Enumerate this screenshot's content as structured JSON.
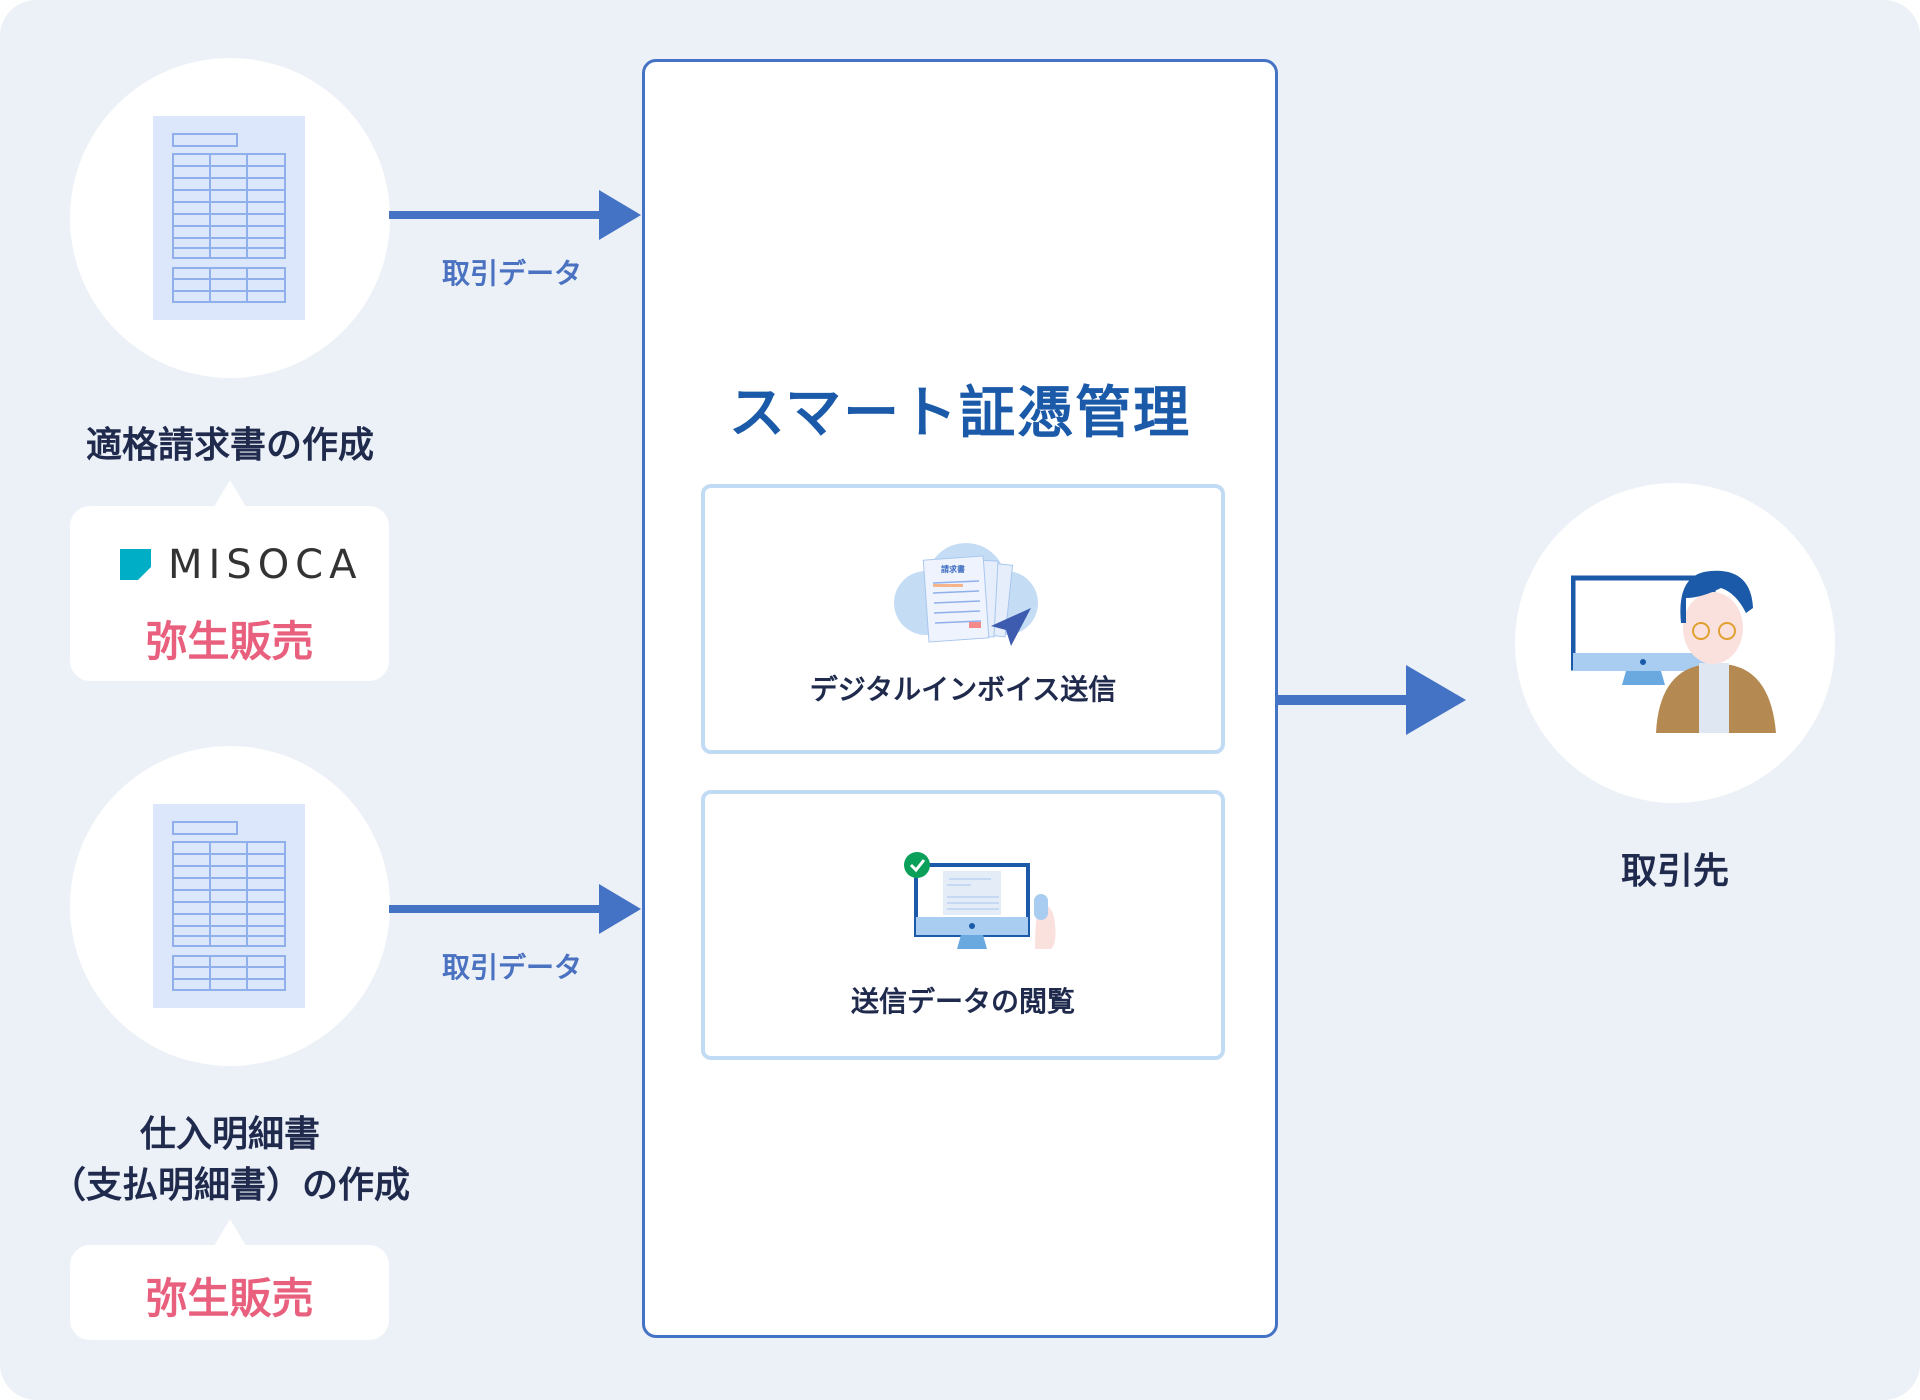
{
  "left": {
    "invoice": {
      "title": "適格請求書の作成",
      "arrow_label": "取引データ",
      "products": {
        "logo_text": "MISOCA",
        "name": "弥生販売"
      }
    },
    "purchase": {
      "title_line1": "仕入明細書",
      "title_line2": "（支払明細書）の作成",
      "arrow_label": "取引データ",
      "products": {
        "name": "弥生販売"
      }
    }
  },
  "center": {
    "title": "スマート証憑管理",
    "features": [
      {
        "label": "デジタルインボイス送信",
        "icon": "invoice-send-icon",
        "icon_text": "請求書"
      },
      {
        "label": "送信データの閲覧",
        "icon": "monitor-view-icon"
      }
    ]
  },
  "right": {
    "label": "取引先",
    "icon": "client-person-icon"
  },
  "colors": {
    "background": "#ecf1f8",
    "accent": "#4472c4",
    "title": "#1a5aa8",
    "text": "#1f2a4d",
    "yayoi": "#e8607d",
    "misoca": "#00aec6",
    "card_border": "#c2dbf5"
  }
}
